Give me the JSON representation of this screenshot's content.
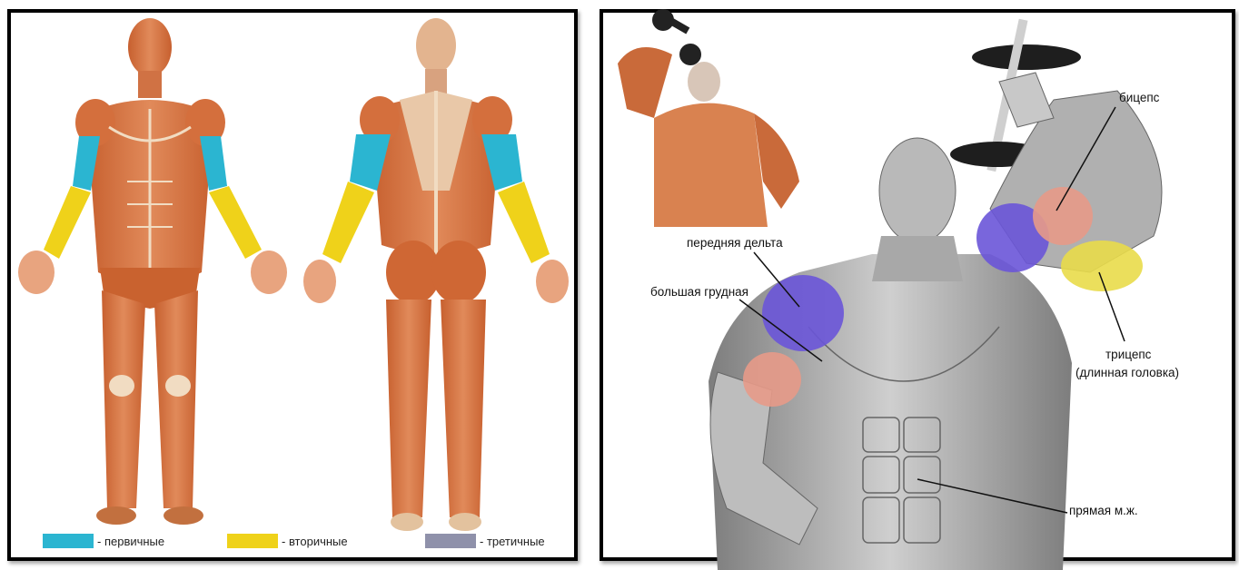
{
  "legend": [
    {
      "label": "- первичные",
      "color": "#2bb5d1"
    },
    {
      "label": "- вторичные",
      "color": "#efd21a"
    },
    {
      "label": "- третичные",
      "color": "#8f91aa"
    }
  ],
  "labels": {
    "biceps": "бицепс",
    "front_delt": "передняя дельта",
    "pectoral": "большая грудная",
    "triceps_1": "трицепс",
    "triceps_2": "(длинная головка)",
    "abs": "прямая м.ж."
  },
  "colors": {
    "muscle": "#d9794a",
    "muscle_dark": "#b5512a",
    "tendon": "#f1dcc2",
    "delt_purple": "#6a55d8",
    "biceps_pink": "#e79a88",
    "triceps_yellow": "#e9dc4a",
    "sketch_gray": "#9a9a9a"
  }
}
